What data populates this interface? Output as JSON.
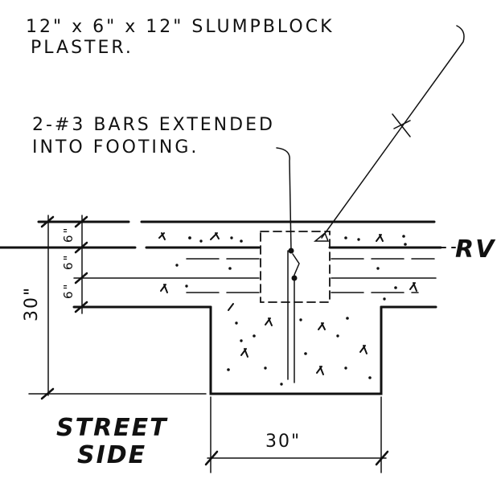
{
  "notes": {
    "block_line1": "12\" x 6\" x 12\" SLUMPBLOCK",
    "block_line2": "PLASTER.",
    "bars_line1": "2-#3 BARS EXTENDED",
    "bars_line2": "INTO FOOTING."
  },
  "labels": {
    "rv": "RV",
    "street_side_line1": "STREET",
    "street_side_line2": "SIDE"
  },
  "dimensions": {
    "height": "30\"",
    "width": "30\"",
    "course1": "6\"",
    "course2": "6\"",
    "course3": "6\""
  }
}
